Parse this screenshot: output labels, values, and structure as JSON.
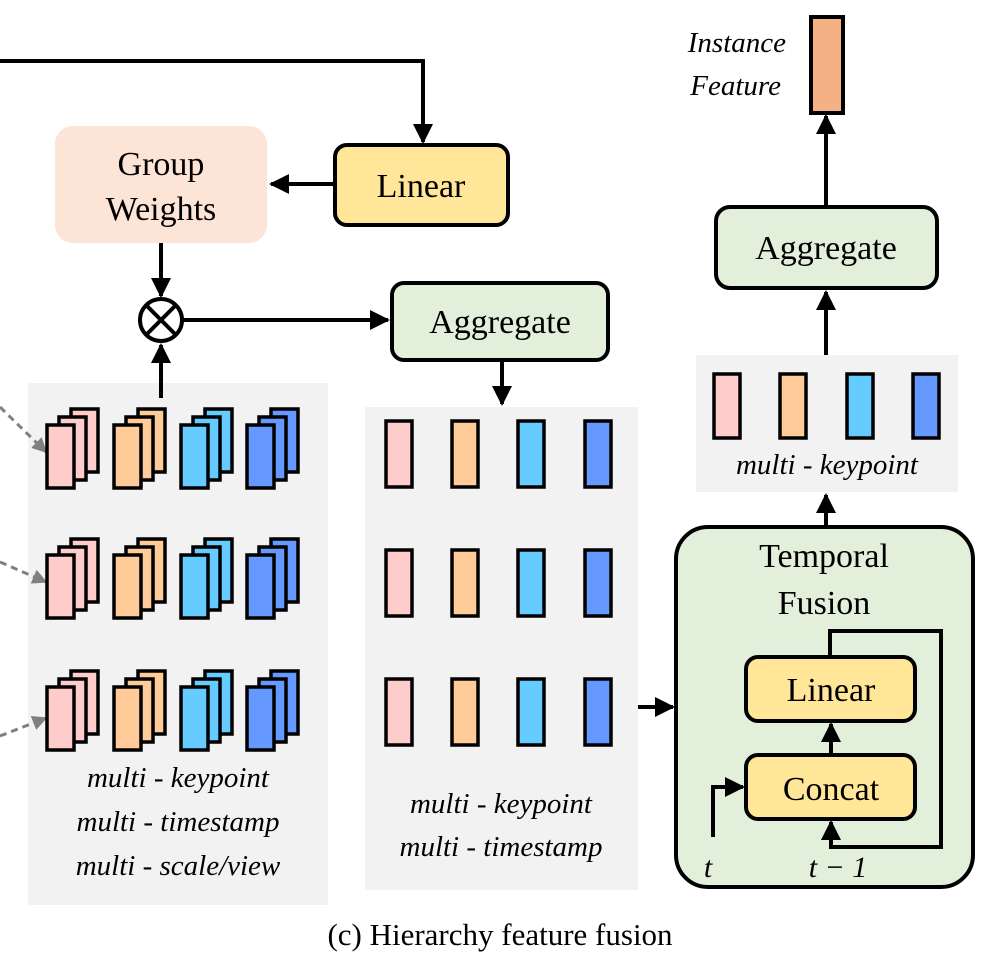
{
  "figure": {
    "caption": "(c) Hierarchy feature fusion"
  },
  "blocks": {
    "group_weights": {
      "line1": "Group",
      "line2": "Weights"
    },
    "linear_top": "Linear",
    "aggregate_mid": "Aggregate",
    "aggregate_right": "Aggregate",
    "temporal_fusion": {
      "title_line1": "Temporal",
      "title_line2": "Fusion",
      "linear": "Linear",
      "concat": "Concat",
      "input_t": "t",
      "input_t_minus_1": "t − 1"
    },
    "multiply_symbol": "otimes-operator"
  },
  "panels": {
    "left": {
      "rows": 3,
      "labels": [
        "multi - keypoint",
        "multi - timestamp",
        "multi - scale/view"
      ]
    },
    "middle": {
      "rows": 3,
      "labels": [
        "multi - keypoint",
        "multi - timestamp"
      ]
    },
    "right": {
      "rows": 1,
      "labels": [
        "multi - keypoint"
      ]
    }
  },
  "output": {
    "label_line1": "Instance",
    "label_line2": "Feature"
  },
  "colors": {
    "keypoint_groups": [
      "#FFCCCC",
      "#FFCC99",
      "#66CCFF",
      "#6699FF"
    ],
    "instance_feature": "#F4B183",
    "linear_fill": "#FFE699",
    "aggregate_fill": "#E2EFDA",
    "group_weights_fill": "#FCE4D6",
    "panel_fill": "#F2F2F2",
    "dashed_arrow": "#808080"
  }
}
